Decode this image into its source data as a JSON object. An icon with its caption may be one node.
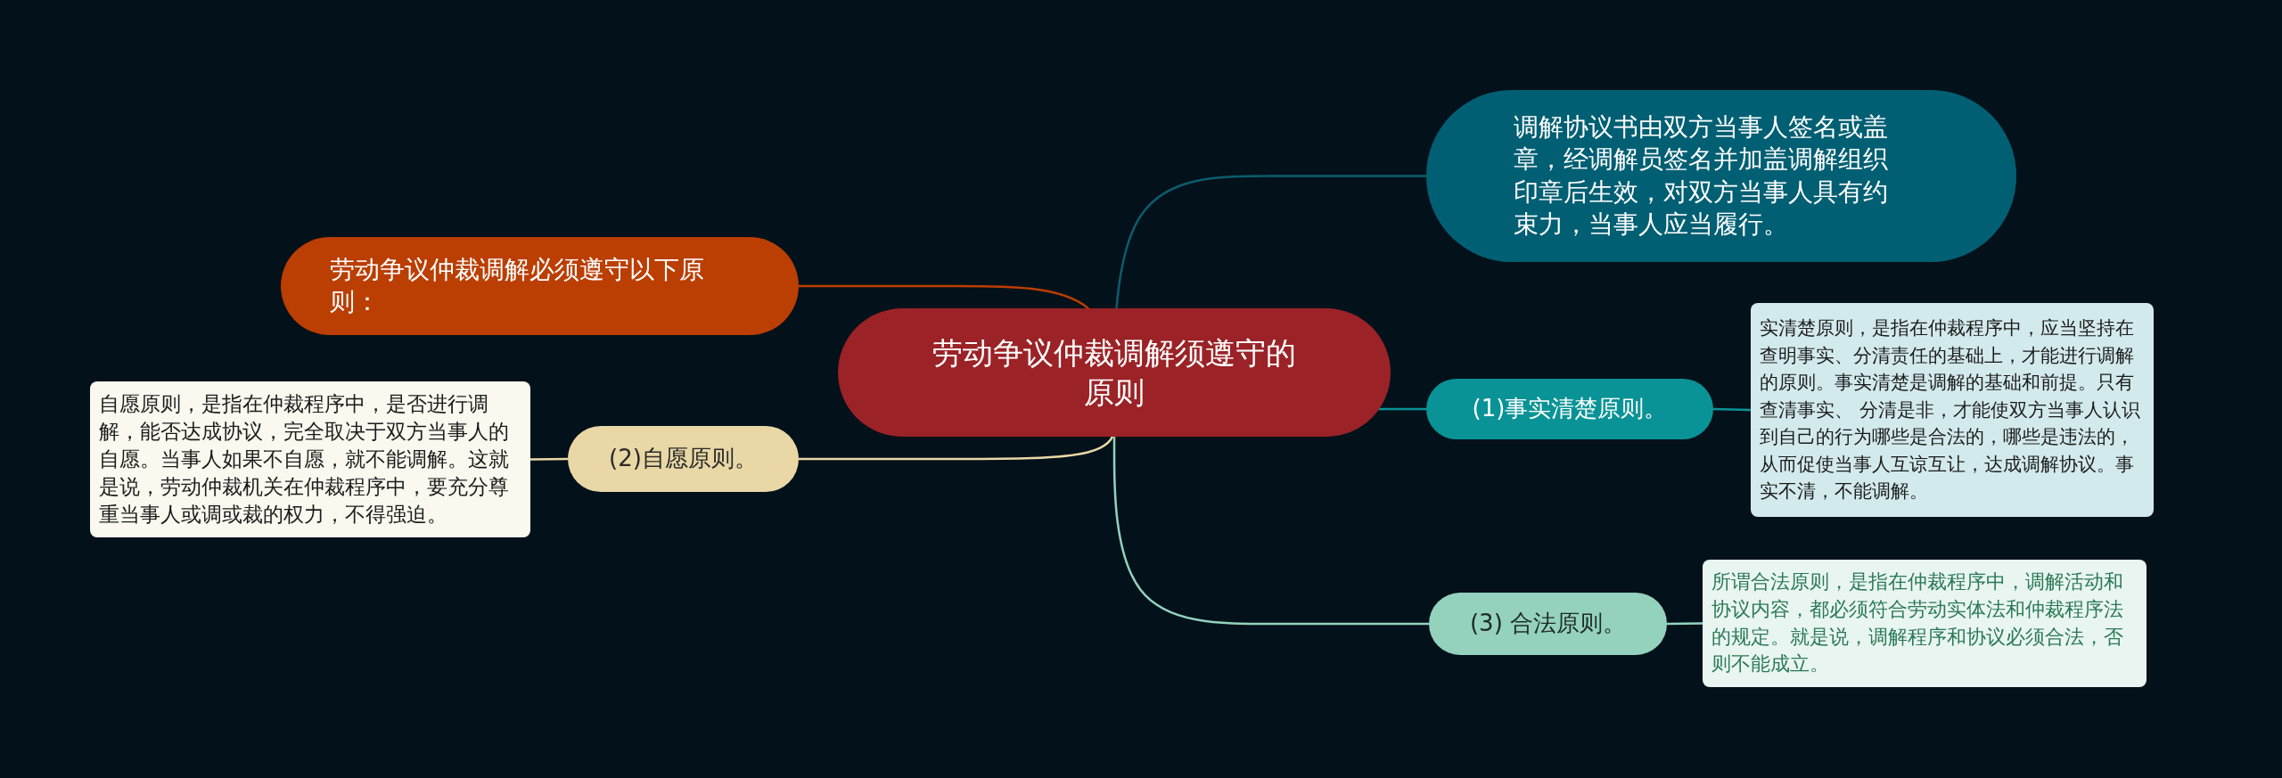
{
  "diagram": {
    "nodes": [
      {
        "text": [
          "劳动争议仲裁调解须遵守的原则"
        ]
      },
      {
        "text": [
          "劳动争议仲裁调解必须遵守以下原则："
        ]
      },
      {
        "text": [
          "调解协议书由双方当事人签名或盖章，经调解员签名并加盖调解组织印章后生效，对双方当事人具有约束力，当事人应当履行。"
        ]
      },
      {
        "text": [
          "(1)事实清楚原则。"
        ]
      },
      {
        "text": [
          "实清楚原则，是指在仲裁程序中，应当坚持在查明事实、分清责任的基础上，才能进行调解的原则。事实清楚是调解的基础和前提。只有查清事实、 分清是非，才能使双方当事人认识到自己的行为哪些是合法的，哪些是违法的，从而促使当事人互谅互让，达成调解协议。事实不清，不能调解。"
        ]
      },
      {
        "text": [
          "(2)自愿原则。"
        ]
      },
      {
        "text": [
          "自愿原则，是指在仲裁程序中，是否进行调解，能否达成协议，完全取决于双方当事人的自愿。当事人如果不自愿，就不能调解。这就是说，劳动仲裁机关在仲裁程序中，要充分尊重当事人或调或裁的权力，不得强迫。"
        ]
      },
      {
        "text": [
          "(3) 合法原则。"
        ]
      },
      {
        "text": [
          "所谓合法原则，是指在仲裁程序中，调解活动和协议内容，都必须符合劳动实体法和仲裁程序法的规定。就是说，调解程序和协议必须合法，否则不能成立。"
        ]
      }
    ],
    "edges": [
      {
        "from": 0,
        "to": 1,
        "arrow": "none",
        "color": "#bb3e03"
      },
      {
        "from": 0,
        "to": 2,
        "arrow": "none",
        "color": "#0b5d6e"
      },
      {
        "from": 0,
        "to": 3,
        "arrow": "none",
        "color": "#0a9396"
      },
      {
        "from": 3,
        "to": 4,
        "arrow": "none",
        "color": "#0a9396"
      },
      {
        "from": 0,
        "to": 5,
        "arrow": "none",
        "color": "#e9d8a6"
      },
      {
        "from": 5,
        "to": 6,
        "arrow": "none",
        "color": "#e9d8a6"
      },
      {
        "from": 0,
        "to": 7,
        "arrow": "none",
        "color": "#94d2bd"
      },
      {
        "from": 7,
        "to": 8,
        "arrow": "none",
        "color": "#94d2bd"
      }
    ]
  }
}
